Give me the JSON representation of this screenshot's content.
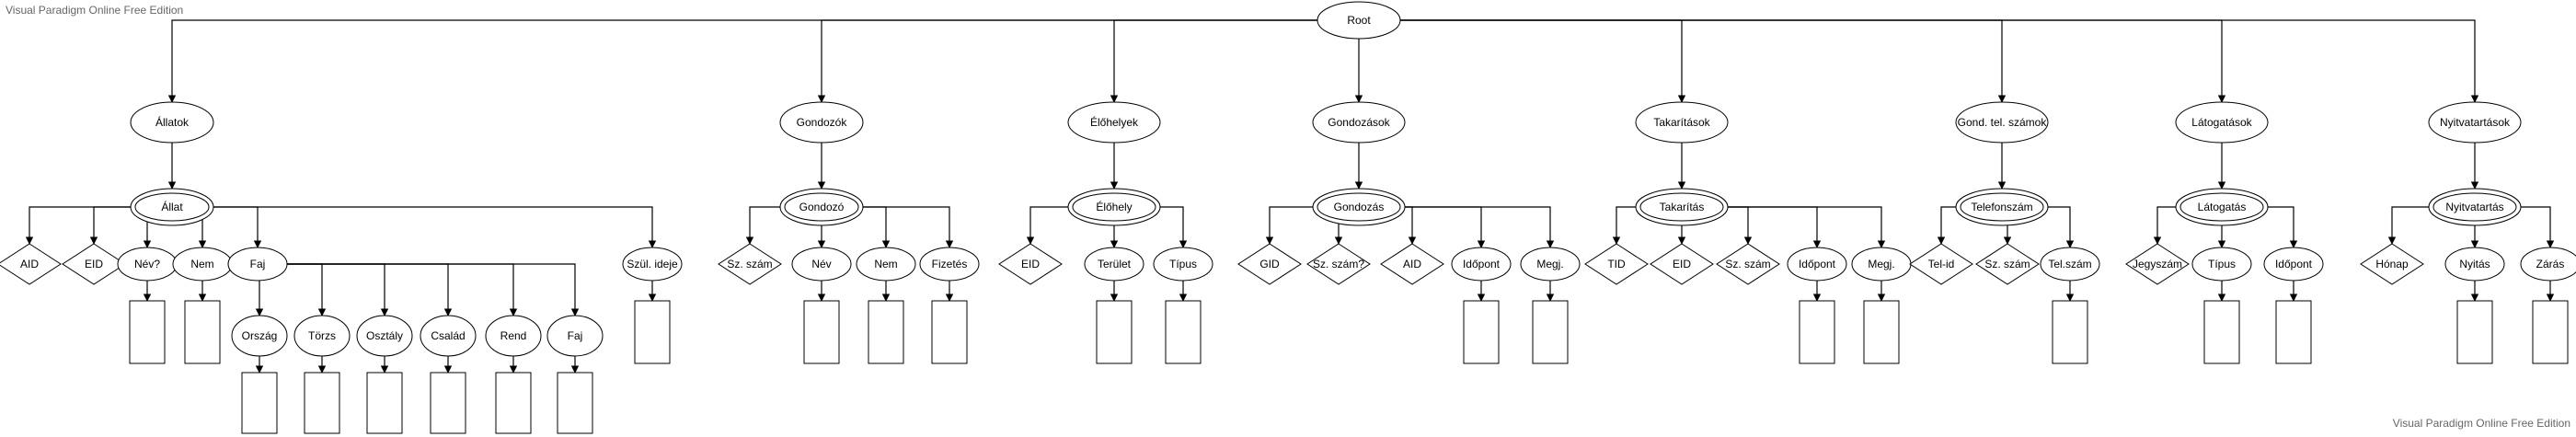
{
  "watermark_top": "Visual Paradigm Online Free Edition",
  "watermark_bottom": "Visual Paradigm Online Free Edition",
  "colors": {
    "stroke": "#000000",
    "fill": "#ffffff",
    "watermark": "#666666"
  },
  "root": {
    "id": "root",
    "label": "Root"
  },
  "entity_groups": [
    {
      "id": "allatok",
      "label": "Állatok",
      "entity": {
        "id": "allat",
        "label": "Állat"
      },
      "attributes": [
        {
          "id": "aid",
          "label": "AID",
          "shape": "diamond"
        },
        {
          "id": "eid1",
          "label": "EID",
          "shape": "diamond"
        },
        {
          "id": "nev1",
          "label": "Név?",
          "shape": "ellipse",
          "value_box": true
        },
        {
          "id": "nem1",
          "label": "Nem",
          "shape": "ellipse",
          "value_box": true
        },
        {
          "id": "faj1",
          "label": "Faj",
          "shape": "ellipse"
        },
        {
          "id": "szul",
          "label": "Szül. ideje",
          "shape": "ellipse",
          "value_box": true
        }
      ],
      "sub_attributes": {
        "parent": "faj1",
        "items": [
          {
            "id": "orszag",
            "label": "Ország"
          },
          {
            "id": "torzs",
            "label": "Törzs"
          },
          {
            "id": "osztaly",
            "label": "Osztály"
          },
          {
            "id": "csalad",
            "label": "Család"
          },
          {
            "id": "rend",
            "label": "Rend"
          },
          {
            "id": "faj2",
            "label": "Faj"
          }
        ]
      }
    },
    {
      "id": "gondozok",
      "label": "Gondozók",
      "entity": {
        "id": "gondozo",
        "label": "Gondozó"
      },
      "attributes": [
        {
          "id": "szszam1",
          "label": "Sz. szám",
          "shape": "diamond"
        },
        {
          "id": "nev2",
          "label": "Név",
          "shape": "ellipse",
          "value_box": true
        },
        {
          "id": "nem2",
          "label": "Nem",
          "shape": "ellipse",
          "value_box": true
        },
        {
          "id": "fizetes",
          "label": "Fizetés",
          "shape": "ellipse",
          "value_box": true
        }
      ]
    },
    {
      "id": "elohelyek",
      "label": "Élőhelyek",
      "entity": {
        "id": "elohely",
        "label": "Élőhely"
      },
      "attributes": [
        {
          "id": "eid2",
          "label": "EID",
          "shape": "diamond"
        },
        {
          "id": "terulet",
          "label": "Terület",
          "shape": "ellipse",
          "value_box": true
        },
        {
          "id": "tipus1",
          "label": "Típus",
          "shape": "ellipse",
          "value_box": true
        }
      ]
    },
    {
      "id": "gondozasok",
      "label": "Gondozások",
      "entity": {
        "id": "gondozas",
        "label": "Gondozás"
      },
      "attributes": [
        {
          "id": "gid",
          "label": "GID",
          "shape": "diamond"
        },
        {
          "id": "szszam2",
          "label": "Sz. szám?",
          "shape": "diamond"
        },
        {
          "id": "aid2",
          "label": "AID",
          "shape": "diamond"
        },
        {
          "id": "idopont1",
          "label": "Időpont",
          "shape": "ellipse",
          "value_box": true
        },
        {
          "id": "megj1",
          "label": "Megj.",
          "shape": "ellipse",
          "value_box": true
        }
      ]
    },
    {
      "id": "takaritasok",
      "label": "Takarítások",
      "entity": {
        "id": "takaritas",
        "label": "Takarítás"
      },
      "attributes": [
        {
          "id": "tid",
          "label": "TID",
          "shape": "diamond"
        },
        {
          "id": "eid3",
          "label": "EID",
          "shape": "diamond"
        },
        {
          "id": "szszam3",
          "label": "Sz. szám",
          "shape": "diamond"
        },
        {
          "id": "idopont2",
          "label": "Időpont",
          "shape": "ellipse",
          "value_box": true
        },
        {
          "id": "megj2",
          "label": "Megj.",
          "shape": "ellipse",
          "value_box": true
        }
      ]
    },
    {
      "id": "gondtel",
      "label": "Gond. tel. számok",
      "entity": {
        "id": "telefonszam",
        "label": "Telefonszám"
      },
      "attributes": [
        {
          "id": "telid",
          "label": "Tel-id",
          "shape": "diamond"
        },
        {
          "id": "szszam4",
          "label": "Sz. szám",
          "shape": "diamond"
        },
        {
          "id": "telszam",
          "label": "Tel.szám",
          "shape": "ellipse",
          "value_box": true
        }
      ]
    },
    {
      "id": "latogatasok",
      "label": "Látogatások",
      "entity": {
        "id": "latogatas",
        "label": "Látogatás"
      },
      "attributes": [
        {
          "id": "jegyszam",
          "label": "Jegyszám",
          "shape": "diamond"
        },
        {
          "id": "tipus2",
          "label": "Típus",
          "shape": "ellipse",
          "value_box": true
        },
        {
          "id": "idopont3",
          "label": "Időpont",
          "shape": "ellipse",
          "value_box": true
        }
      ]
    },
    {
      "id": "nyitvatartasok",
      "label": "Nyitvatartások",
      "entity": {
        "id": "nyitvatartas",
        "label": "Nyitvatartás"
      },
      "attributes": [
        {
          "id": "honap",
          "label": "Hónap",
          "shape": "diamond"
        },
        {
          "id": "nyitas",
          "label": "Nyitás",
          "shape": "ellipse",
          "value_box": true
        },
        {
          "id": "zaras",
          "label": "Zárás",
          "shape": "ellipse",
          "value_box": true
        }
      ]
    }
  ]
}
